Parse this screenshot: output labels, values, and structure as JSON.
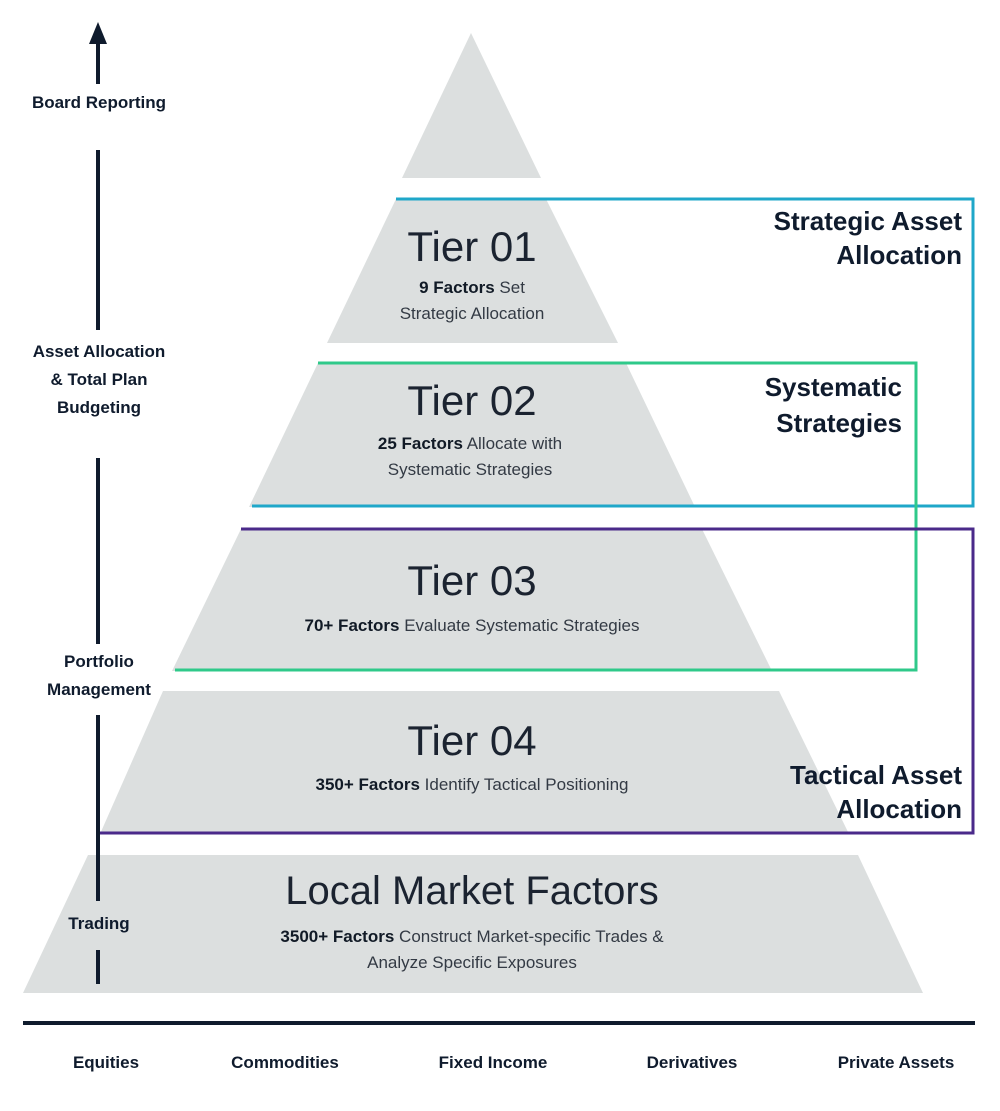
{
  "axis": {
    "labels": [
      "Board Reporting",
      "Asset Allocation & Total Plan Budgeting",
      "Portfolio Management",
      "Trading"
    ]
  },
  "tiers": [
    {
      "title": "Tier 01",
      "factors": "9 Factors",
      "text_line1": " Set",
      "text_line2": "Strategic Allocation"
    },
    {
      "title": "Tier 02",
      "factors": "25 Factors",
      "text_line1": " Allocate with",
      "text_line2": "Systematic Strategies"
    },
    {
      "title": "Tier 03",
      "factors": "70+ Factors",
      "text_line1": " Evaluate Systematic Strategies",
      "text_line2": ""
    },
    {
      "title": "Tier 04",
      "factors": "350+ Factors",
      "text_line1": " Identify Tactical Positioning",
      "text_line2": ""
    }
  ],
  "base": {
    "title": "Local Market Factors",
    "factors": "3500+ Factors",
    "text_line1": " Construct Market-specific Trades &",
    "text_line2": "Analyze Specific Exposures"
  },
  "brackets": [
    {
      "label_line1": "Strategic Asset",
      "label_line2": "Allocation",
      "color": "#1fa7c9"
    },
    {
      "label_line1": "Systematic",
      "label_line2": "Strategies",
      "color": "#2fc98a"
    },
    {
      "label_line1": "Tactical Asset",
      "label_line2": "Allocation",
      "color": "#4a2a8a"
    }
  ],
  "colors": {
    "pyramid_fill": "#dcdfdf",
    "text_dark": "#0f1b2d"
  },
  "categories": [
    "Equities",
    "Commodities",
    "Fixed Income",
    "Derivatives",
    "Private Assets"
  ]
}
